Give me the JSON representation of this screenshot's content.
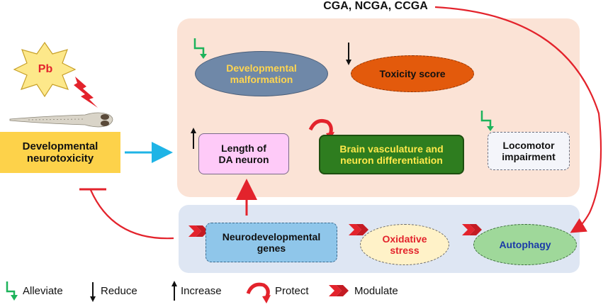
{
  "header": {
    "title": "CGA, NCGA, CCGA"
  },
  "toxicant": {
    "label": "Pb"
  },
  "left": {
    "effect_label": "Developmental\nneurotoxicity"
  },
  "top_panel": {
    "malformation": "Developmental\nmalformation",
    "toxicity": "Toxicity score",
    "da_neuron": "Length of\nDA neuron",
    "brain": "Brain vasculature and\nneuron differentiation",
    "locomotor": "Locomotor\nimpairment"
  },
  "bottom_panel": {
    "genes": "Neurodevelopmental\ngenes",
    "oxidative": "Oxidative\nstress",
    "autophagy": "Autophagy"
  },
  "legend": {
    "alleviate": "Alleviate",
    "reduce": "Reduce",
    "increase": "Increase",
    "protect": "Protect",
    "modulate": "Modulate"
  },
  "colors": {
    "top_panel_bg": "#fbe3d6",
    "bottom_panel_bg": "#dee6f3",
    "red_arrow": "#e3232c",
    "blue_arrow": "#1fb4e6",
    "alleviate_green": "#1db35b"
  },
  "icons": [
    "starburst-icon",
    "lightning-bolt-icon",
    "zebrafish-larva-icon",
    "alleviate-arrow-icon",
    "reduce-arrow-icon",
    "increase-arrow-icon",
    "protect-curved-arrow-icon",
    "modulate-chevron-icon"
  ]
}
